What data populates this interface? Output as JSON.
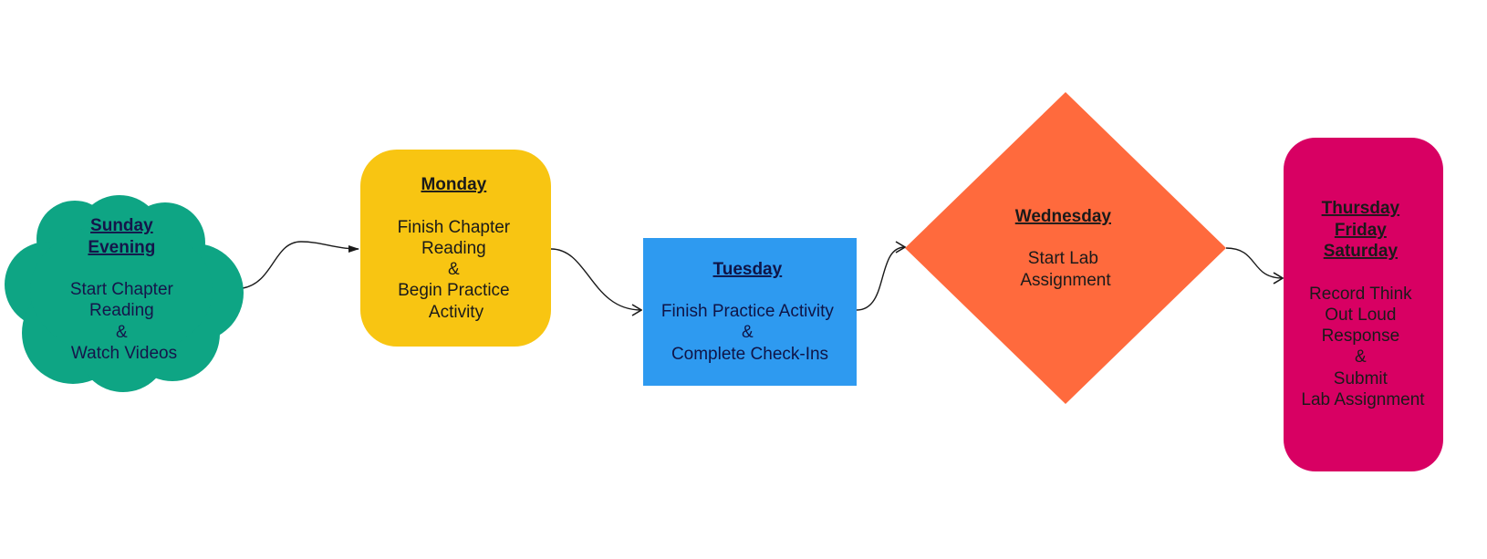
{
  "nodes": [
    {
      "id": "sunday",
      "shape": "cloud",
      "fill": "#0ea584",
      "text_color": "#15154a",
      "heading": [
        "Sunday",
        "Evening"
      ],
      "body": [
        "Start Chapter",
        "Reading",
        "&",
        "Watch Videos"
      ]
    },
    {
      "id": "monday",
      "shape": "rounded-rectangle",
      "fill": "#f8c512",
      "text_color": "#1a1a1a",
      "heading": [
        "Monday"
      ],
      "body": [
        "Finish Chapter",
        "Reading",
        "&",
        "Begin Practice",
        "Activity"
      ]
    },
    {
      "id": "tuesday",
      "shape": "rectangle",
      "fill": "#2e9af0",
      "text_color": "#0f1446",
      "heading": [
        "Tuesday"
      ],
      "body": [
        "Finish Practice Activity",
        "&",
        "Complete Check-Ins"
      ]
    },
    {
      "id": "wednesday",
      "shape": "diamond",
      "fill": "#ff6a3d",
      "text_color": "#1a1a1a",
      "heading": [
        "Wednesday"
      ],
      "body": [
        "Start Lab",
        "Assignment"
      ]
    },
    {
      "id": "thu-fri-sat",
      "shape": "rounded-rectangle",
      "fill": "#d80063",
      "text_color": "#1a1a1a",
      "heading": [
        "Thursday",
        "Friday",
        "Saturday"
      ],
      "body": [
        "Record Think",
        "Out Loud",
        "Response",
        "&",
        "Submit",
        "Lab Assignment"
      ]
    }
  ],
  "connectors": [
    {
      "from": "sunday",
      "to": "monday",
      "arrowhead": "filled"
    },
    {
      "from": "monday",
      "to": "tuesday",
      "arrowhead": "open"
    },
    {
      "from": "tuesday",
      "to": "wednesday",
      "arrowhead": "open"
    },
    {
      "from": "wednesday",
      "to": "thu-fri-sat",
      "arrowhead": "open"
    }
  ]
}
